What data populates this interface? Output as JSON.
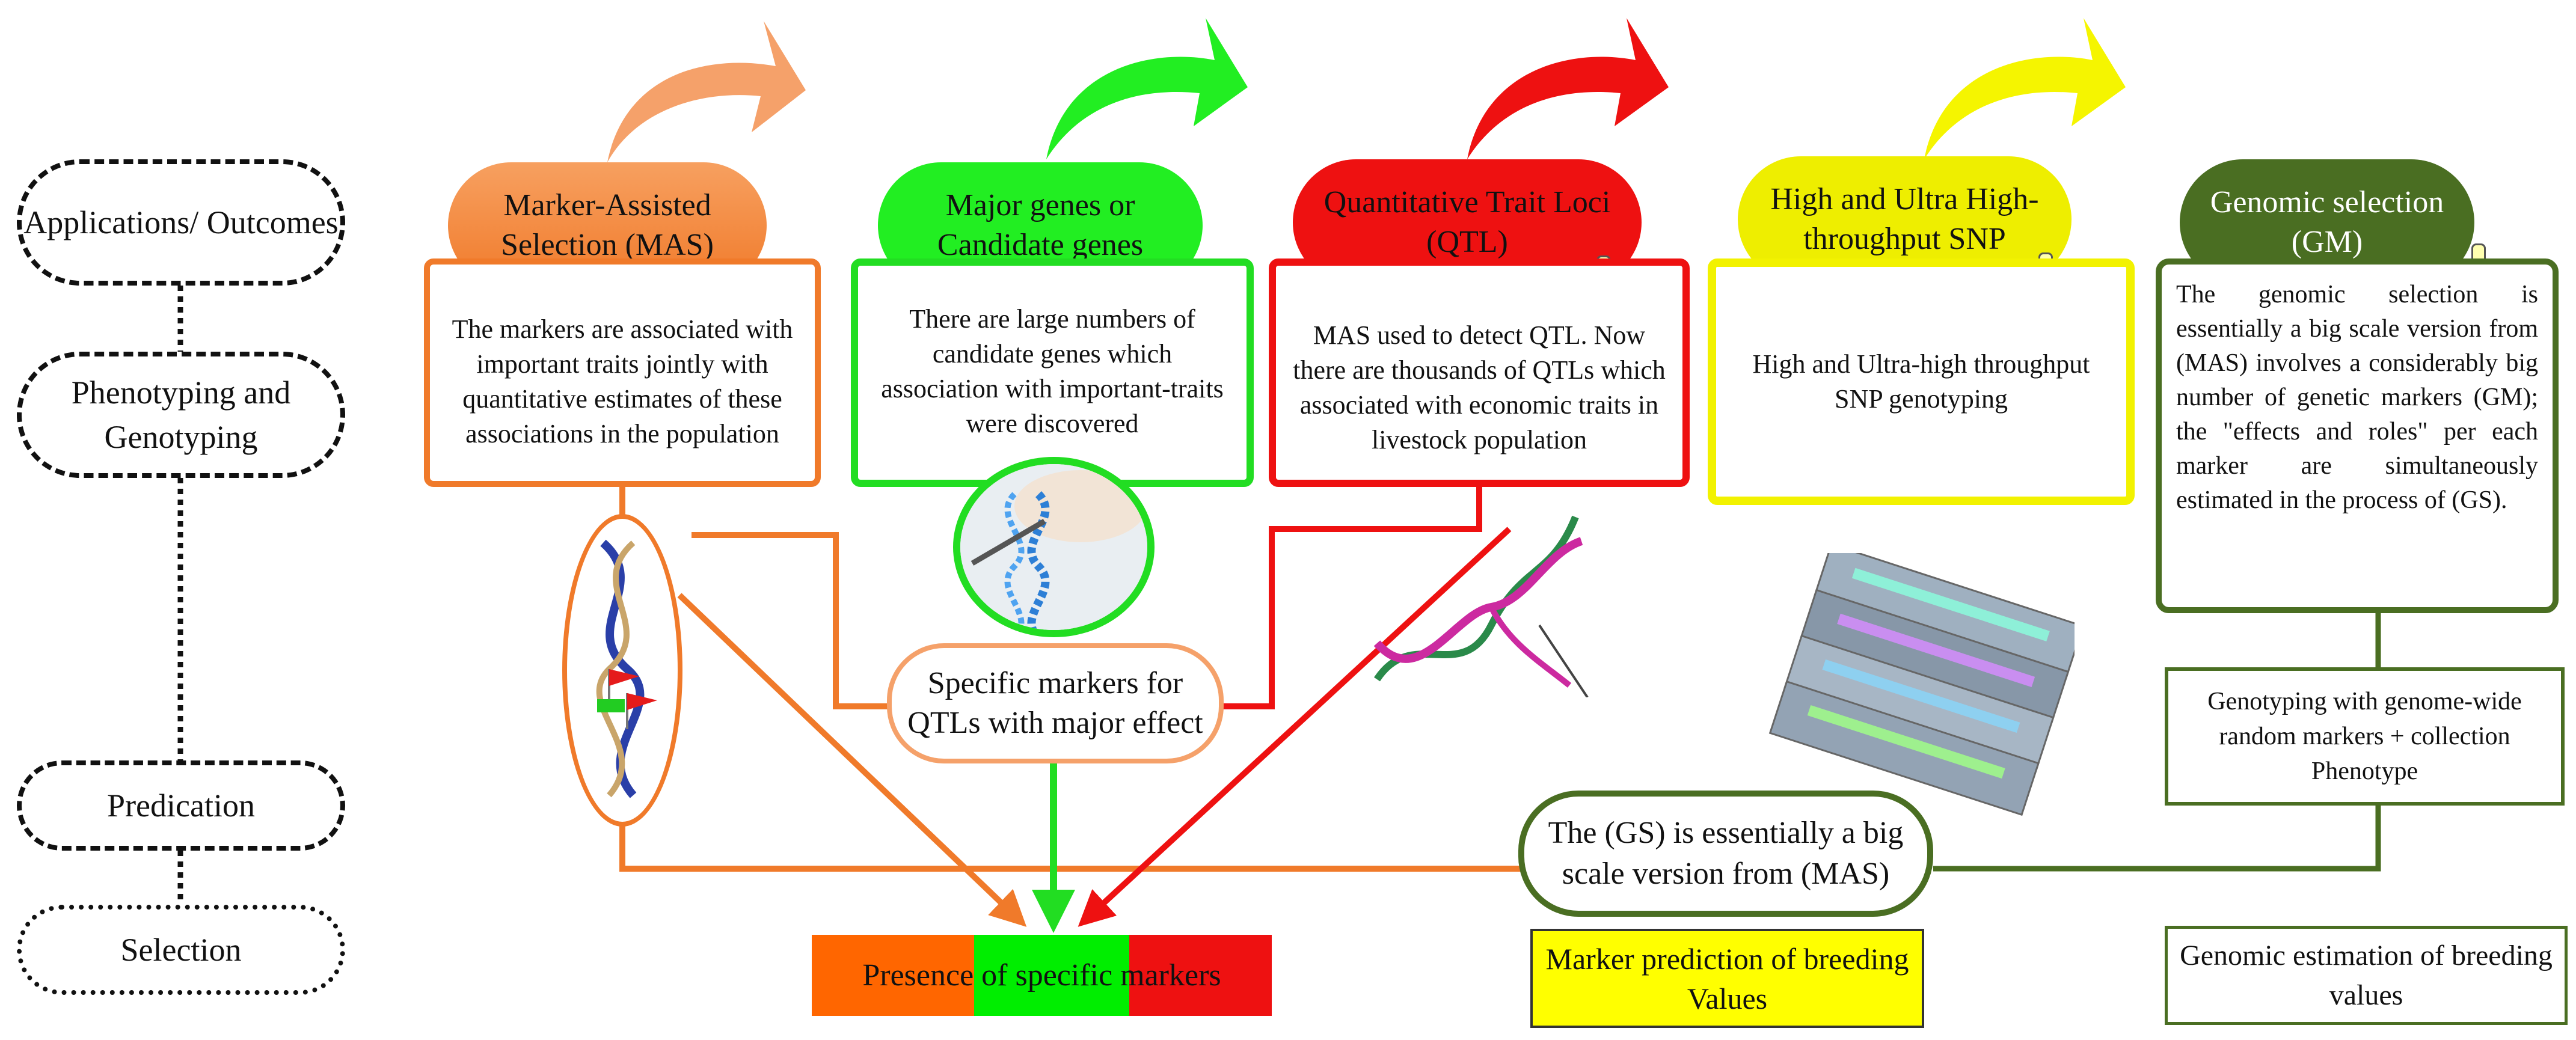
{
  "stages": {
    "applications": "Applications/ Outcomes",
    "phenotyping": "Phenotyping and Genotyping",
    "predication": "Predication",
    "selection": "Selection"
  },
  "columns": {
    "mas": {
      "title": "Marker-Assisted Selection (MAS)",
      "text": "The markers are associated with important traits jointly with quantitative estimates of these associations in the population",
      "color": "#f07a2a"
    },
    "major": {
      "title": "Major genes or Candidate genes",
      "text": "There are large numbers of candidate genes which association with important-traits were discovered",
      "color": "#22dd22"
    },
    "qtl": {
      "title": "Quantitative Trait Loci (QTL)",
      "text": "MAS used to detect QTL. Now there are thousands of QTLs which associated with economic traits in livestock population",
      "color": "#ee1111"
    },
    "snp": {
      "title": "High and Ultra High-throughput SNP",
      "text": "High and Ultra-high throughput SNP genotyping",
      "color": "#eeee00"
    },
    "gs": {
      "title": "Genomic selection (GM)",
      "text": "The genomic selection is essentially a big scale version from (MAS) involves a considerably big number of genetic markers (GM); the \"effects and roles\" per each marker are simultaneously estimated in the process of (GS).",
      "color": "#4a6e22"
    }
  },
  "specific_markers": "Specific markers for QTLs with major effect",
  "genotyping_box": "Genotyping with genome-wide random markers + collection Phenotype",
  "gs_mas_box": "The (GS) is essentially a big scale version from (MAS)",
  "presence_bar": "Presence of specific markers",
  "marker_prediction": "Marker prediction of breeding Values",
  "genomic_estimation": "Genomic estimation of breeding values"
}
